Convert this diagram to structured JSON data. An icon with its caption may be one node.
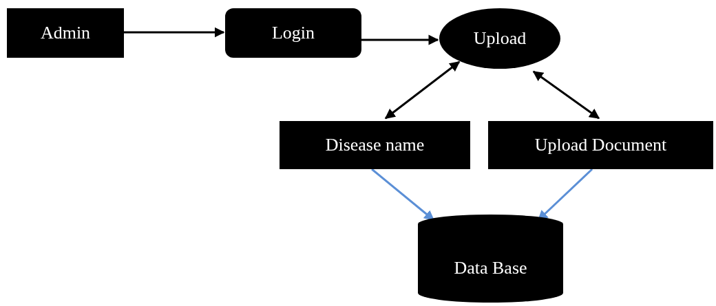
{
  "diagram": {
    "nodes": [
      {
        "text": [
          "Admin"
        ]
      },
      {
        "text": [
          "Login"
        ]
      },
      {
        "text": [
          "Upload"
        ]
      },
      {
        "text": [
          "Disease name"
        ]
      },
      {
        "text": [
          "Upload Document"
        ]
      },
      {
        "text": [
          "Data Base"
        ]
      }
    ],
    "edges": [
      {
        "from": 0,
        "to": 1,
        "arrow": "to"
      },
      {
        "from": 1,
        "to": 2,
        "arrow": "to"
      },
      {
        "from": 2,
        "to": 3,
        "arrow": "both"
      },
      {
        "from": 2,
        "to": 4,
        "arrow": "both"
      },
      {
        "from": 3,
        "to": 5,
        "arrow": "to",
        "color": "#5b8fd6"
      },
      {
        "from": 4,
        "to": 5,
        "arrow": "to",
        "color": "#5b8fd6"
      }
    ]
  }
}
